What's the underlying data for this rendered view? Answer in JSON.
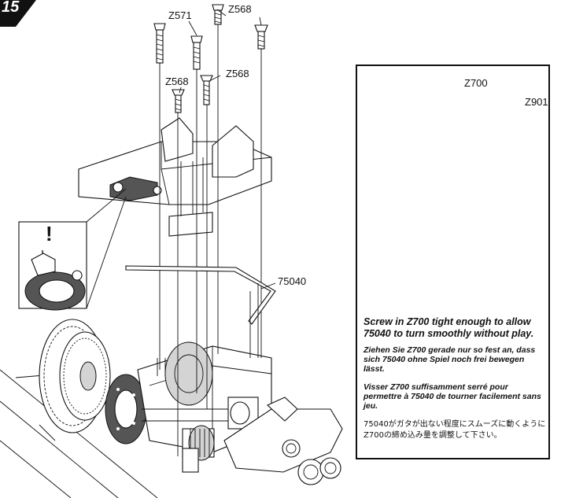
{
  "step": {
    "number": "15"
  },
  "parts": {
    "z571": "Z571",
    "z568_top": "Z568",
    "z568_left": "Z568",
    "z568_mid": "Z568",
    "p75040": "75040",
    "z700": "Z700",
    "z901": "Z901"
  },
  "inset": {
    "note_en": "Screw in Z700 tight enough to allow 75040 to turn smoothly without play.",
    "note_de": "Ziehen Sie Z700 gerade nur so fest an, dass sich 75040 ohne Spiel noch frei bewegen lässt.",
    "note_fr": "Visser Z700 suffisamment serré pour permettre à 75040 de tourner facilement sans jeu.",
    "note_ja": "75040がガタが出ない程度にスムーズに動くようにZ700の締め込み量を調整して下さい。"
  },
  "callout": {
    "symbol": "!"
  }
}
